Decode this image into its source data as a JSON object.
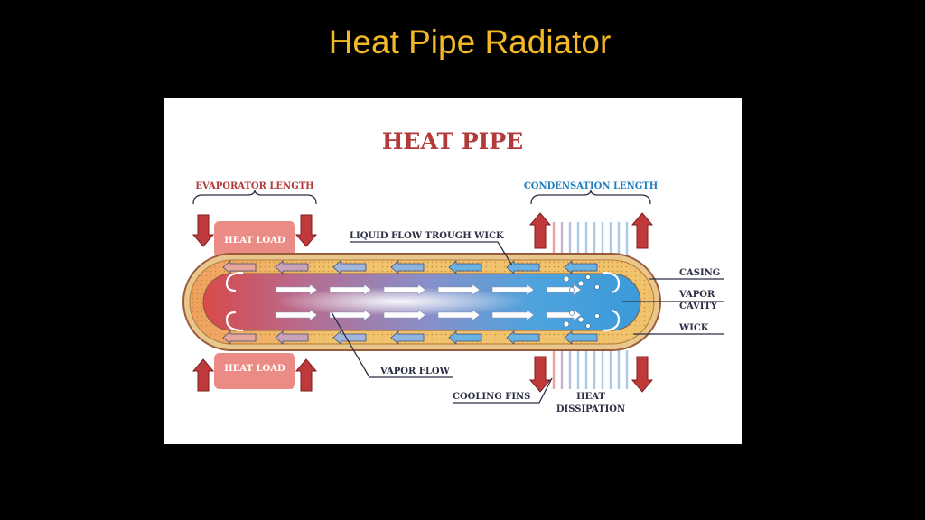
{
  "slide": {
    "title": "Heat Pipe Radiator"
  },
  "diagram": {
    "title": "HEAT PIPE",
    "evaporator_length": "EVAPORATOR LENGTH",
    "condensation_length": "CONDENSATION LENGTH",
    "heat_load_top": "HEAT LOAD",
    "heat_load_bottom": "HEAT LOAD",
    "liquid_flow": "LIQUID FLOW TROUGH WICK",
    "casing": "CASING",
    "vapor_cavity_1": "VAPOR",
    "vapor_cavity_2": "CAVITY",
    "wick": "WICK",
    "vapor_flow": "VAPOR FLOW",
    "cooling_fins": "COOLING FINS",
    "heat_dissipation_1": "HEAT",
    "heat_dissipation_2": "DISSIPATION"
  },
  "colors": {
    "slide_title": "#f2b825",
    "diagram_title": "#b23a3a",
    "evaporator_label": "#b23a3a",
    "condensation_label": "#1e7fbf",
    "hot_red": "#d84a4a",
    "heat_load_box": "#eb8b86",
    "cold_blue": "#3a9ad9",
    "wick_yellow": "#f1c36d",
    "casing_tan": "#e9c78c",
    "label_dark": "#2c2f45"
  }
}
